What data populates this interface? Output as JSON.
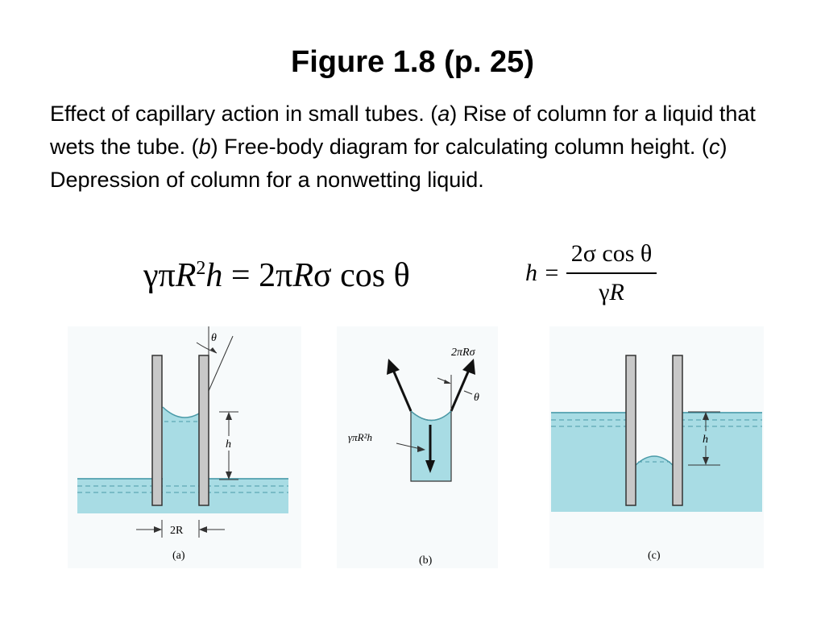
{
  "title": "Figure 1.8 (p. 25)",
  "caption": {
    "p1": "Effect of capillary action in small tubes. (",
    "a": "a",
    "p2": ") Rise of column for a liquid that wets the tube. (",
    "b": "b",
    "p3": ") Free-body diagram for calculating column height. (",
    "c": "c",
    "p4": ") Depression of column for a nonwetting liquid."
  },
  "equations": {
    "eq1": {
      "lhs1": "γπ",
      "R": "R",
      "sup": "2",
      "h": "h",
      "eq": " = ",
      "rhs1": "2π",
      "R2": "R",
      "rhs2": "σ cos θ"
    },
    "eq2": {
      "lhs": "h =",
      "num": "2σ cos θ",
      "den_gamma": "γ",
      "den_R": "R"
    }
  },
  "diagram_a": {
    "theta": "θ",
    "h": "h",
    "width": "2R",
    "label": "(a)"
  },
  "diagram_b": {
    "tension": "2πRσ",
    "theta": "θ",
    "weight": "γπR²h",
    "label": "(b)"
  },
  "diagram_c": {
    "h": "h",
    "label": "(c)"
  },
  "colors": {
    "liquid": "#a8dce4",
    "tube": "#c8c8c8",
    "dash": "#4a9aa8"
  }
}
